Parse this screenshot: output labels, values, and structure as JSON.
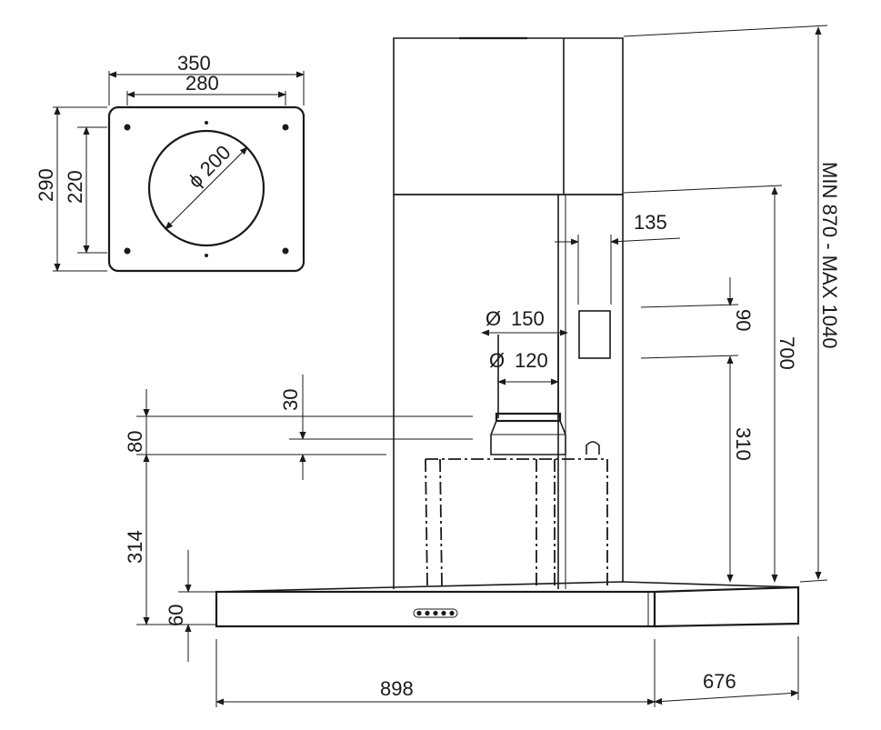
{
  "plate": {
    "width_outer": "350",
    "width_inner": "280",
    "height_outer": "290",
    "height_inner": "220",
    "hole_diameter": "ϕ 200"
  },
  "hood": {
    "chimney_height_range": "MIN  870  -  MAX  1040",
    "upper_height": "700",
    "bracket_offset": "135",
    "bracket_height": "90",
    "bracket_position": "310",
    "outlet_outer": "150",
    "outlet_inner": "120",
    "diameter_symbol": "Ø",
    "collar_height": "30",
    "collar_total": "80",
    "lower_height": "314",
    "canopy_thickness": "60",
    "width": "898",
    "depth": "676"
  }
}
